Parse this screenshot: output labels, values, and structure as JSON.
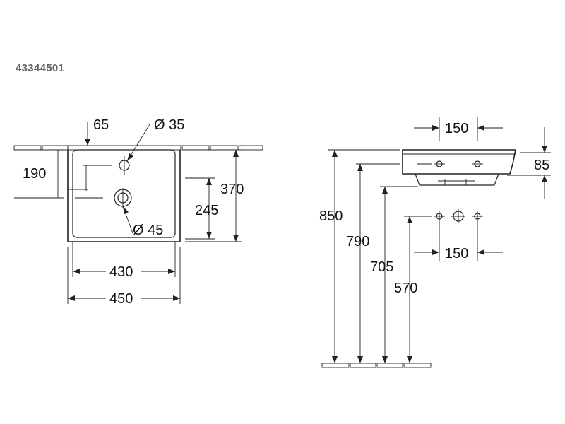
{
  "product_code": "43344501",
  "top_view": {
    "tap_offset": "65",
    "tap_hole_diameter": "Ø 35",
    "overflow_height": "190",
    "bowl_depth_inner": "245",
    "depth_overall": "370",
    "drain_diameter": "Ø 45",
    "width_inner": "430",
    "width_overall": "450"
  },
  "side_view": {
    "tap_spacing_top": "150",
    "rim_height": "85",
    "height_floor_rim": "850",
    "height_floor_790": "790",
    "height_floor_705": "705",
    "height_floor_570": "570",
    "tap_spacing_wall": "150"
  }
}
